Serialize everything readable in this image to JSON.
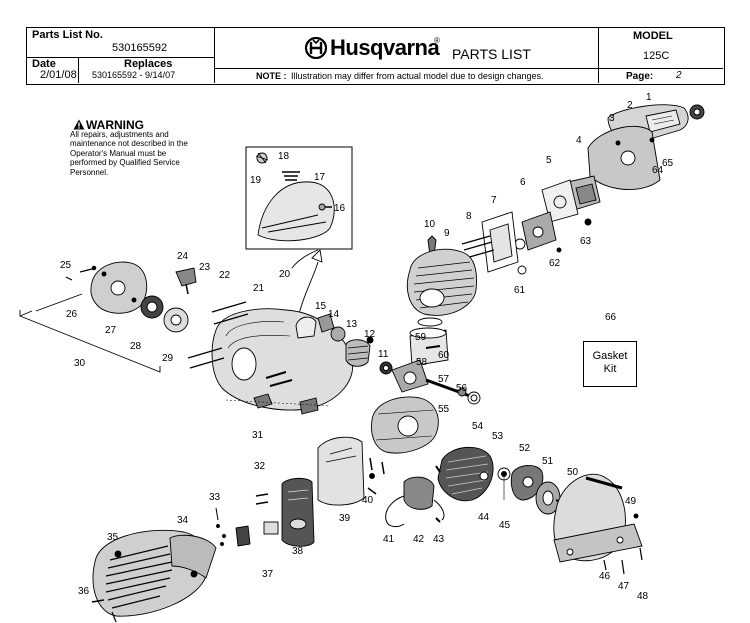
{
  "header": {
    "parts_list_no_label": "Parts List No.",
    "parts_list_no": "530165592",
    "date_label": "Date",
    "date": "2/01/08",
    "replaces_label": "Replaces",
    "replaces": "530165592 - 9/14/07",
    "brand": "Husqvarna",
    "registered_mark": "®",
    "doc_title": "PARTS LIST",
    "note_label": "NOTE :",
    "note_text": "Illustration may differ from actual model due to design changes.",
    "model_label": "MODEL",
    "model": "125C",
    "page_label": "Page:",
    "page": "2"
  },
  "warning": {
    "title": "WARNING",
    "body": "All repairs, adjustments and maintenance not described in the Operator's Manual must be performed by Qualified Service Personnel."
  },
  "kit": {
    "label_line1": "Gasket",
    "label_line2": "Kit"
  },
  "callouts": [
    "1",
    "2",
    "3",
    "4",
    "5",
    "6",
    "7",
    "8",
    "9",
    "10",
    "11",
    "12",
    "13",
    "14",
    "15",
    "16",
    "17",
    "18",
    "19",
    "20",
    "21",
    "22",
    "23",
    "24",
    "25",
    "26",
    "27",
    "28",
    "29",
    "30",
    "31",
    "32",
    "33",
    "34",
    "35",
    "36",
    "37",
    "38",
    "39",
    "40",
    "41",
    "42",
    "43",
    "44",
    "45",
    "46",
    "47",
    "48",
    "49",
    "50",
    "51",
    "52",
    "53",
    "54",
    "55",
    "56",
    "57",
    "58",
    "59",
    "60",
    "61",
    "62",
    "63",
    "64",
    "65",
    "66"
  ]
}
